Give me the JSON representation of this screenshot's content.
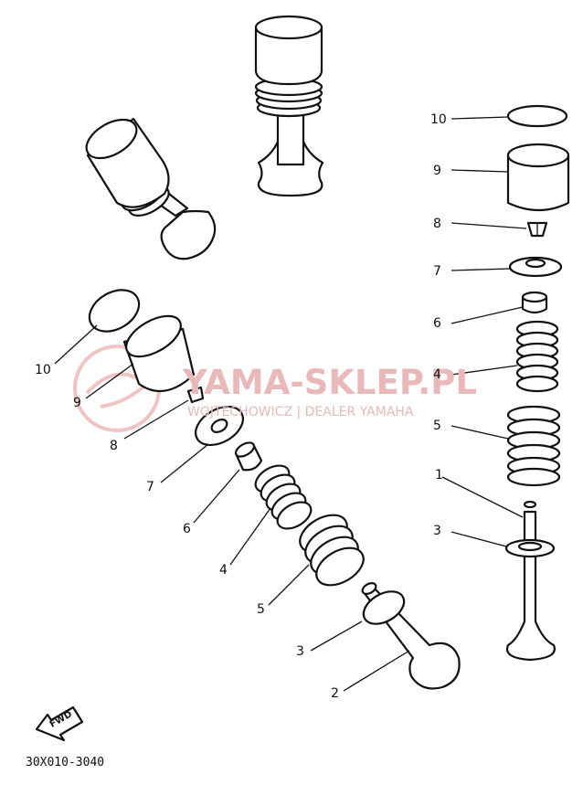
{
  "watermark": {
    "title": "YAMA-SKLEP.PL",
    "subtitle": "WOJTECHOWICZ | DEALER YAMAHA",
    "logo_color": "#f0c4c4"
  },
  "fwd_label": "FWD",
  "diagram_code": "30X010-3040",
  "labels_right": {
    "l10": "10",
    "l9": "9",
    "l8": "8",
    "l7": "7",
    "l6": "6",
    "l4": "4",
    "l5": "5",
    "l1": "1",
    "l3": "3"
  },
  "labels_left": {
    "l10": "10",
    "l9": "9",
    "l8": "8",
    "l7": "7",
    "l6": "6",
    "l4": "4",
    "l5": "5",
    "l3": "3",
    "l2": "2"
  }
}
